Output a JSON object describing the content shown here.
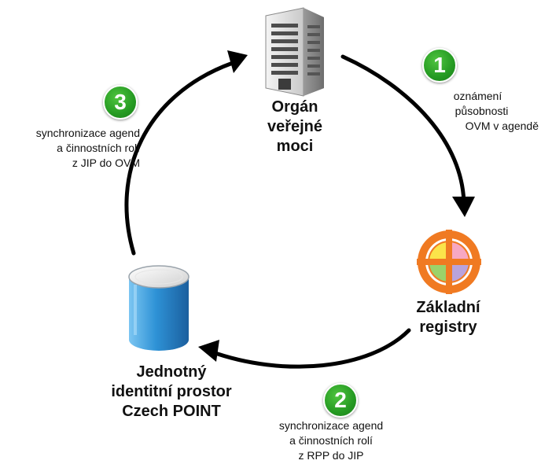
{
  "nodes": {
    "organ": {
      "lines": [
        "Orgán",
        "veřejné",
        "moci"
      ],
      "icon": "office-building-icon"
    },
    "registry": {
      "lines": [
        "Základní",
        "registry"
      ],
      "icon": "registry-target-icon"
    },
    "jip": {
      "lines": [
        "Jednotný",
        "identitní prostor",
        "Czech POINT"
      ],
      "icon": "database-cylinder-icon"
    }
  },
  "steps": [
    {
      "number": "1",
      "lines": [
        "oznámení",
        "působnosti",
        "OVM v agendě"
      ]
    },
    {
      "number": "2",
      "lines": [
        "synchronizace agend",
        "a činnostních rolí",
        "z RPP do JIP"
      ]
    },
    {
      "number": "3",
      "lines": [
        "synchronizace agend",
        "a činnostních rolí",
        "z JIP do OVM"
      ]
    }
  ],
  "colors": {
    "badge_green": "#2aa12a",
    "arrow": "#000000",
    "database_blue": "#2f8fd0",
    "registry_orange": "#f07a22"
  }
}
